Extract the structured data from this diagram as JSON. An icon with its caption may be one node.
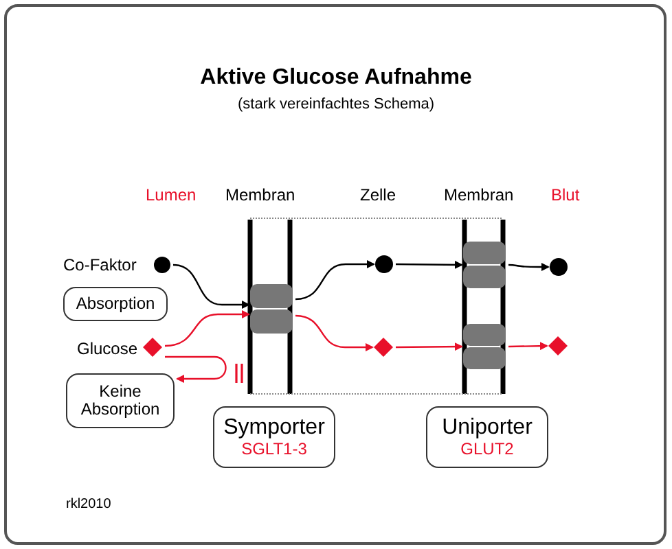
{
  "diagram": {
    "title": "Aktive Glucose Aufnahme",
    "nodes": [
      {
        "text": [],
        "shape": "circle",
        "beside": [
          "Co-Faktor"
        ]
      },
      {
        "text": [
          "Absorption"
        ]
      },
      {
        "text": [],
        "shape": "diamond",
        "beside": [
          "Glucose"
        ]
      },
      {
        "text": [
          "Keine Absorption"
        ]
      },
      {
        "text": [],
        "shape": "box"
      },
      {
        "text": [],
        "shape": "circle"
      },
      {
        "text": [],
        "shape": "diamond"
      },
      {
        "text": [],
        "shape": "box"
      },
      {
        "text": [],
        "shape": "box"
      },
      {
        "text": [],
        "shape": "circle"
      },
      {
        "text": [],
        "shape": "diamond"
      },
      {
        "text": [
          "Symporter",
          "SGLT1-3"
        ]
      },
      {
        "text": [
          "Uniporter",
          "GLUT2"
        ]
      }
    ],
    "edges": [
      {
        "from": 0,
        "to": 4,
        "arrow": "to",
        "color": "#000000"
      },
      {
        "from": 2,
        "to": 4,
        "arrow": "to"
      },
      {
        "from": 2,
        "to": 3,
        "arrow": "to"
      },
      {
        "from": 4,
        "to": 5,
        "arrow": "to",
        "color": "#000000"
      },
      {
        "from": 4,
        "to": 6,
        "arrow": "to"
      },
      {
        "from": 5,
        "to": 7,
        "arrow": "to",
        "color": "#000000"
      },
      {
        "from": 6,
        "to": 8,
        "arrow": "to"
      },
      {
        "from": 7,
        "to": 9,
        "arrow": "to",
        "color": "#000000"
      },
      {
        "from": 8,
        "to": 10,
        "arrow": "to"
      }
    ],
    "labels": [
      "(stark vereinfachtes Schema)",
      "Lumen",
      "Membran",
      "Zelle",
      "Membran",
      "Blut",
      "rkl2010"
    ]
  }
}
